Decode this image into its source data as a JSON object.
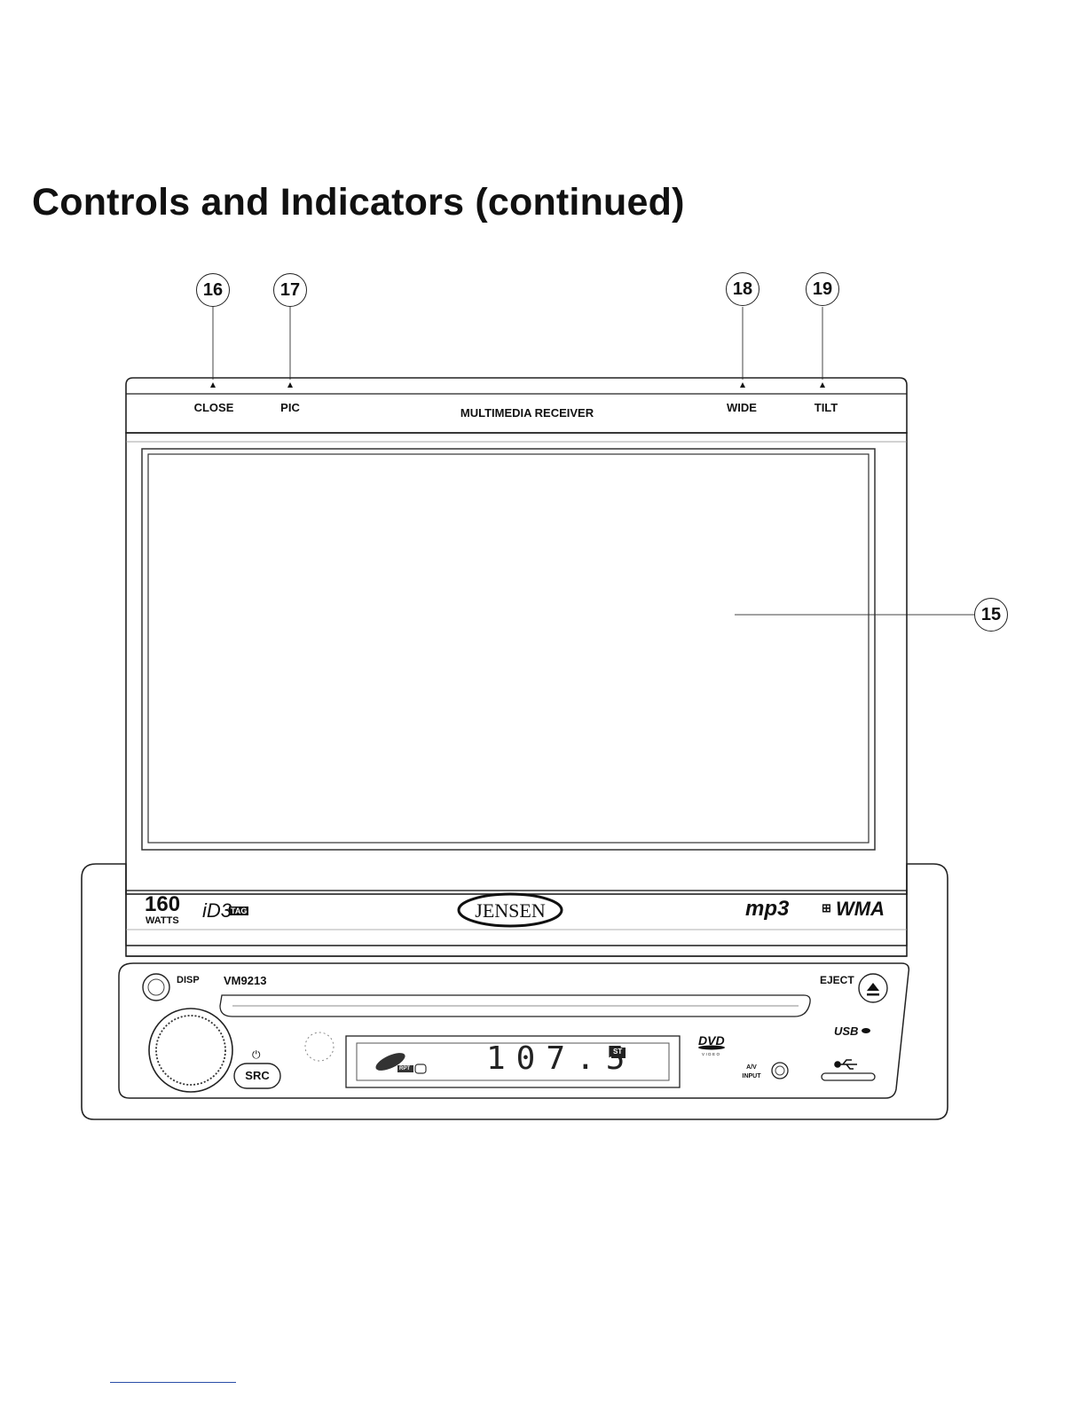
{
  "page": {
    "title": "Controls and Indicators (continued)"
  },
  "callouts": [
    "16",
    "17",
    "18",
    "19",
    "15"
  ],
  "top_buttons": {
    "close": "CLOSE",
    "pic": "PIC",
    "center": "MULTIMEDIA RECEIVER",
    "wide": "WIDE",
    "tilt": "TILT"
  },
  "brand_strip": {
    "power_value": "160",
    "power_unit": "WATTS",
    "id3": "iD3",
    "id3_tag": "TAG",
    "brand": "JENSEN",
    "mp3": "mp3",
    "wma": "WMA"
  },
  "faceplate": {
    "disp": "DISP",
    "model": "VM9213",
    "eject": "EJECT",
    "src": "SRC",
    "power_symbol": "⏻",
    "lcd_freq": "107.5",
    "lcd_st": "ST",
    "lcd_rpt": "RPT",
    "dvd": "DVD",
    "dvd_sub": "VIDEO",
    "av_input_1": "A/V",
    "av_input_2": "INPUT",
    "usb": "USB"
  }
}
